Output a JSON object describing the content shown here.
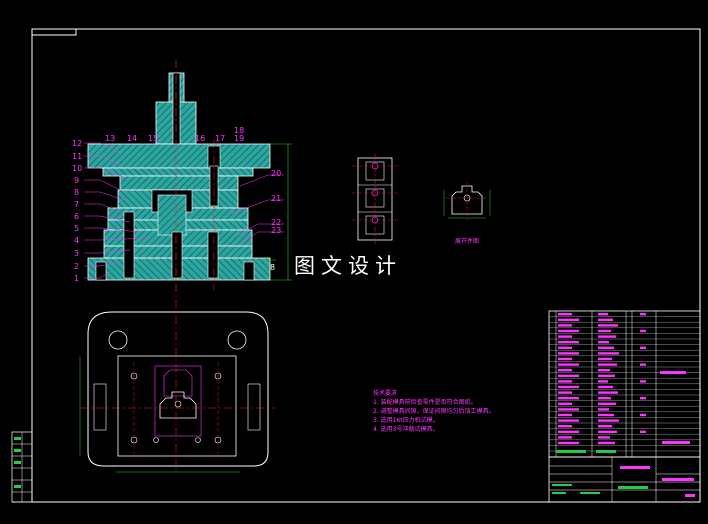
{
  "watermark": "图文设计",
  "part_numbers_left": [
    "12",
    "11",
    "10",
    "9",
    "8",
    "7",
    "6",
    "5",
    "4",
    "3",
    "2",
    "1"
  ],
  "part_numbers_top": [
    "13",
    "14",
    "15",
    "16",
    "17",
    "18",
    "19"
  ],
  "part_numbers_right": [
    "20",
    "21",
    "22",
    "23"
  ],
  "dimension_text": "8",
  "layout_label": "展开件图",
  "notes": {
    "title": "技术要求",
    "items": [
      "1. 装配模具前检查零件是否符合图纸。",
      "2. 调整模具间隙，保证间隙均匀后加工模具。",
      "3. 选用16t压力机试模。",
      "4. 选用3号冲裁试模具。"
    ]
  },
  "colors": {
    "background": "#000000",
    "frame": "#ffffff",
    "part": "#2aa5a0",
    "hatch": "#2aa5a0",
    "outline": "#ffffff",
    "center": "#ff2222",
    "label": "#ff33ff",
    "table_green": "#22cc44",
    "dimension": "#33cc33"
  }
}
